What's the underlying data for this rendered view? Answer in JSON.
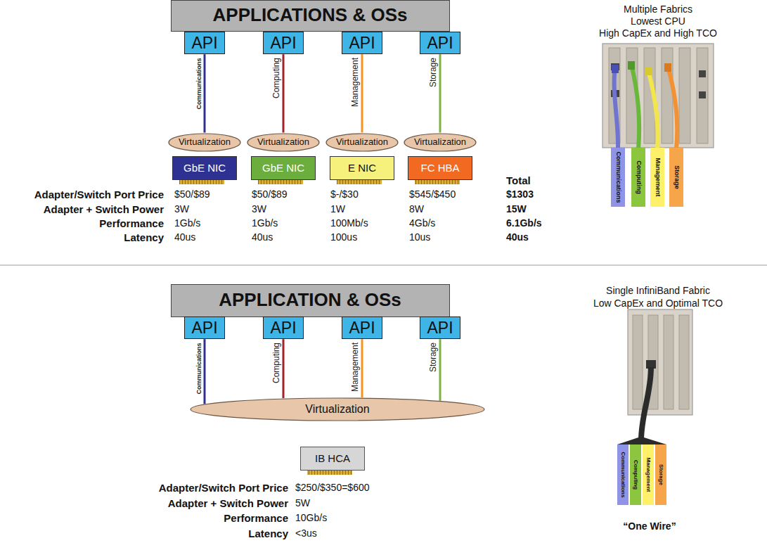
{
  "diagram": {
    "nodes": [
      {
        "text": [
          "APPLICATIONS & OSs"
        ]
      },
      {
        "text": [
          "API"
        ]
      },
      {
        "text": [
          "API"
        ]
      },
      {
        "text": [
          "API"
        ]
      },
      {
        "text": [
          "API"
        ]
      },
      {
        "text": [
          "Virtualization"
        ]
      },
      {
        "text": [
          "Virtualization"
        ]
      },
      {
        "text": [
          "Virtualization"
        ]
      },
      {
        "text": [
          "Virtualization"
        ]
      },
      {
        "text": [
          "GbE NIC"
        ]
      },
      {
        "text": [
          "GbE NIC"
        ]
      },
      {
        "text": [
          "E NIC"
        ]
      },
      {
        "text": [
          "FC HBA"
        ]
      },
      {
        "text": [
          "APPLICATION & OSs"
        ]
      },
      {
        "text": [
          "API"
        ]
      },
      {
        "text": [
          "API"
        ]
      },
      {
        "text": [
          "API"
        ]
      },
      {
        "text": [
          "API"
        ]
      },
      {
        "text": [
          "Virtualization"
        ]
      },
      {
        "text": [
          "IB HCA"
        ]
      }
    ],
    "edges": [
      {
        "from": 1,
        "to": 5,
        "label": "Communications",
        "arrow": "none"
      },
      {
        "from": 2,
        "to": 6,
        "label": "Computing",
        "arrow": "none"
      },
      {
        "from": 3,
        "to": 7,
        "label": "Management",
        "arrow": "none"
      },
      {
        "from": 4,
        "to": 8,
        "label": "Storage",
        "arrow": "none"
      },
      {
        "from": 14,
        "to": 18,
        "label": "Communications",
        "arrow": "none"
      },
      {
        "from": 15,
        "to": 18,
        "label": "Computing",
        "arrow": "none"
      },
      {
        "from": 16,
        "to": 18,
        "label": "Management",
        "arrow": "none"
      },
      {
        "from": 17,
        "to": 18,
        "label": "Storage",
        "arrow": "none"
      }
    ],
    "labels": [
      "Multiple Fabrics",
      "Lowest CPU",
      "High CapEx and High TCO",
      "Communications",
      "Computing",
      "Management",
      "Storage",
      "Total",
      "Adapter/Switch Port Price",
      "$50/$89",
      "$50/$89",
      "$-/$30",
      "$545/$450",
      "$1303",
      "Adapter + Switch Power",
      "3W",
      "3W",
      "1W",
      "8W",
      "15W",
      "Performance",
      "1Gb/s",
      "1Gb/s",
      "100Mb/s",
      "4Gb/s",
      "6.1Gb/s",
      "Latency",
      "40us",
      "40us",
      "100us",
      "10us",
      "40us",
      "Single InfiniBand Fabric",
      "Low CapEx and Optimal TCO",
      "Communications",
      "Computing",
      "Management",
      "Storage",
      "Adapter/Switch Port Price",
      "$250/$350=$600",
      "Adapter + Switch Power",
      "5W",
      "Performance",
      "10Gb/s",
      "Latency",
      "<3us",
      "“One Wire”"
    ]
  }
}
